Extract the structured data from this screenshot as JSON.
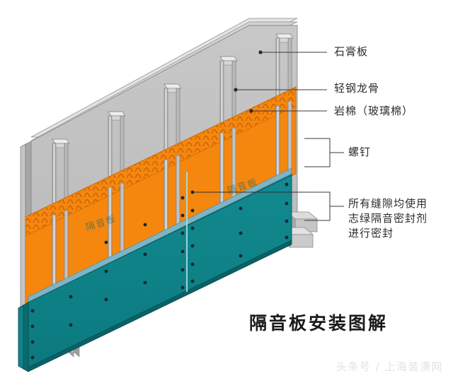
{
  "title": "隔音板安装图解",
  "watermark": "头条号 / 上海装潢网",
  "colors": {
    "background": "#ffffff",
    "gypsum_face": "#bfbfbf",
    "gypsum_edge": "#d8d8d8",
    "gypsum_shadow": "#9a9a9a",
    "stud_light": "#d5d5d5",
    "stud_mid": "#b2b2b2",
    "stud_dark": "#8c8c8c",
    "insulation": "#f5870f",
    "insulation_dark": "#e0740a",
    "panel_teal": "#0d8287",
    "panel_teal_dark": "#0a6e73",
    "panel_edge": "#2b6e8a",
    "seam": "#9fd8db",
    "screw": "#1a2a33",
    "leader": "#3a3a3a",
    "text": "#2c2c2c"
  },
  "callouts": [
    {
      "id": "gypsum",
      "label": "石膏板",
      "type": "line"
    },
    {
      "id": "steel-stud",
      "label": "轻钢龙骨",
      "type": "line"
    },
    {
      "id": "rockwool",
      "label": "岩棉（玻璃棉）",
      "type": "line"
    },
    {
      "id": "screw",
      "label": "螺钉",
      "type": "bracket"
    },
    {
      "id": "sealant",
      "label": "所有缝隙均使用志绿隔音密封剂进行密封",
      "type": "bracket"
    }
  ],
  "callout_lines": {
    "sealant_line_1": "所有缝隙均使用",
    "sealant_line_2": "志绿隔音密封剂",
    "sealant_line_3": "进行密封"
  },
  "panels": {
    "left_label": "隔音板",
    "right_label": "隔音板"
  },
  "layers": [
    {
      "name": "石膏板",
      "material": "gypsum board",
      "color": "#bfbfbf"
    },
    {
      "name": "轻钢龙骨",
      "material": "light steel stud",
      "color": "#b2b2b2"
    },
    {
      "name": "岩棉（玻璃棉）",
      "material": "rock wool / glass wool",
      "color": "#f5870f"
    },
    {
      "name": "隔音板",
      "material": "soundproof board",
      "color": "#0d8287"
    }
  ],
  "stud_count": 5,
  "screw_rows": 6,
  "diagram_type": "isometric wall assembly cutaway"
}
